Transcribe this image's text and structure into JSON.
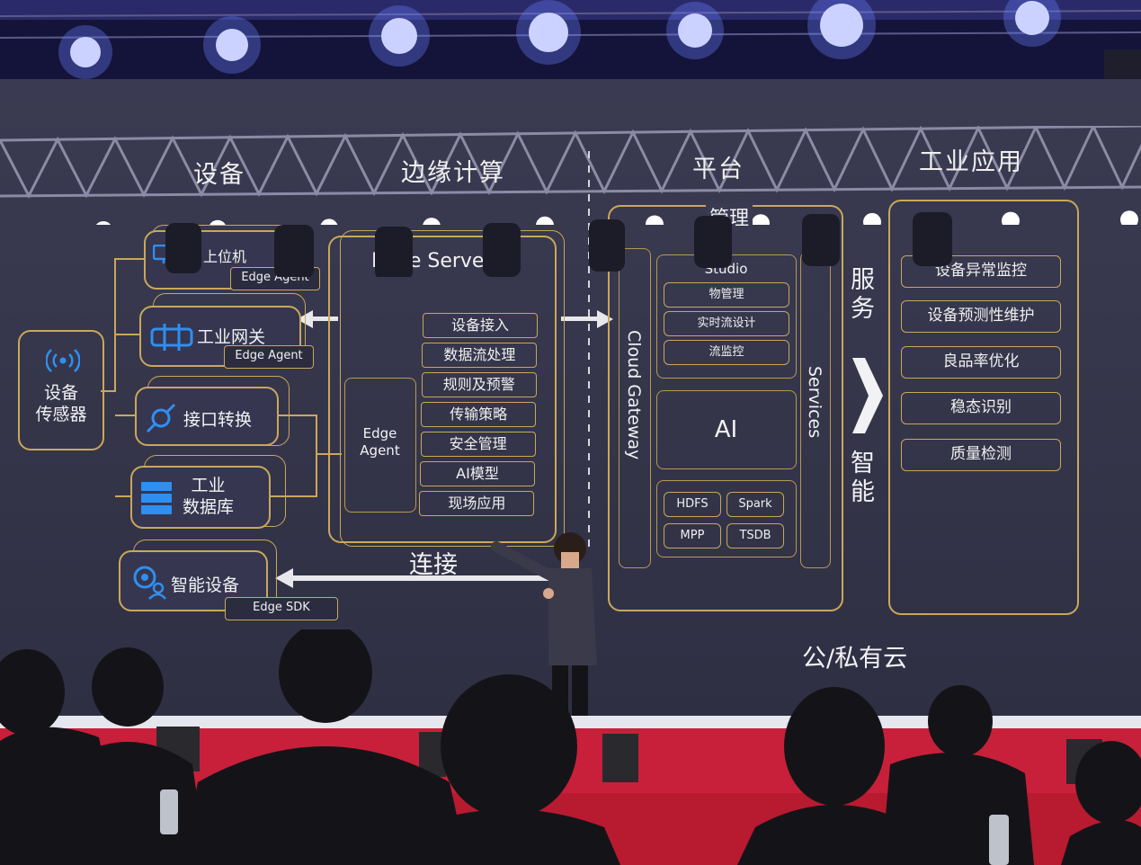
{
  "columns": {
    "device": "设备",
    "edge": "边缘计算",
    "platform": "平台",
    "apps": "工业应用"
  },
  "devices": {
    "sensor": "设备\n传感器",
    "host": "上位机",
    "host_agent": "Edge Agent",
    "gateway": "工业网关",
    "gateway_agent": "Edge Agent",
    "interface": "接口转换",
    "database": "工业\n数据库",
    "smart": "智能设备",
    "smart_sdk": "Edge SDK"
  },
  "edge_server": {
    "title": "Edge Server",
    "agent": "Edge\nAgent",
    "functions": [
      "设备接入",
      "数据流处理",
      "规则及预警",
      "传输策略",
      "安全管理",
      "AI模型",
      "现场应用"
    ],
    "link_label": "连接"
  },
  "platform": {
    "gateway": "Cloud Gateway",
    "manage_label": "管理",
    "studio": "Studio",
    "studio_items": [
      "物管理",
      "实时流设计",
      "流监控"
    ],
    "ai": "AI",
    "storage": [
      "HDFS",
      "Spark",
      "MPP",
      "TSDB"
    ],
    "services": "Services",
    "cloud": "公/私有云"
  },
  "bridge": {
    "top": "服务",
    "bottom": "智能"
  },
  "apps": [
    "设备异常监控",
    "设备预测性维护",
    "良品率优化",
    "稳态识别",
    "质量检测"
  ],
  "colors": {
    "accent": "#c9a85a",
    "screen": "#3a3a52",
    "icon_blue": "#2f8ff0",
    "stage_red": "#c8203a"
  },
  "icons": {
    "sensor": "signal-icon",
    "host": "monitor-icon",
    "gateway": "gateway-icon",
    "interface": "plug-icon",
    "database": "server-rack-icon",
    "smart": "smart-device-icon"
  }
}
